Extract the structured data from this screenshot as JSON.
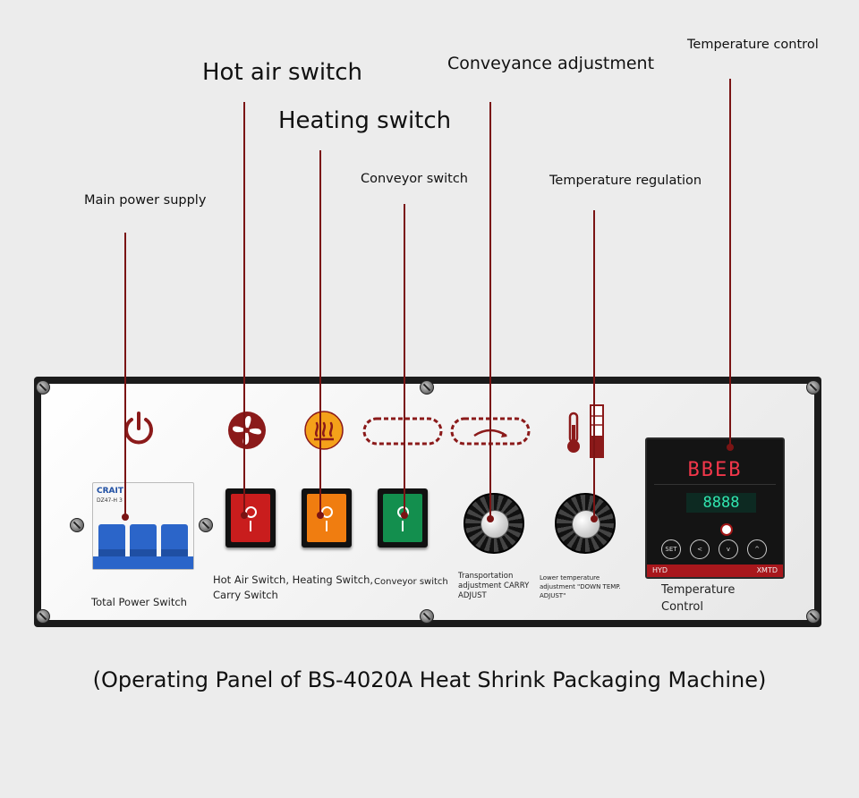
{
  "callouts": {
    "main_power_supply": "Main power supply",
    "hot_air_switch": "Hot air switch",
    "heating_switch": "Heating switch",
    "conveyor_switch": "Conveyor switch",
    "conveyance_adjustment": "Conveyance adjustment",
    "temperature_regulation": "Temperature regulation",
    "temperature_control": "Temperature control"
  },
  "panel_labels": {
    "total_power_switch": "Total Power Switch",
    "switches_group": "Hot Air Switch, Heating Switch,\nCarry Switch",
    "conveyor_switch": "Conveyor switch",
    "transport_adjust": "Transportation\nadjustment CARRY\nADJUST",
    "lower_temp_adjust": "Lower temperature\nadjustment \"DOWN TEMP.\nADJUST\"",
    "temperature_control": "Temperature\nControl"
  },
  "breaker": {
    "brand": "CRAIT",
    "model": "DZ47-H 3"
  },
  "controller": {
    "display_top": "BBEB",
    "display_bottom": "8888",
    "buttons": [
      "SET",
      "<",
      "v",
      "^"
    ],
    "brand_left": "HYD",
    "brand_right": "XMTD"
  },
  "caption": "(Operating Panel of BS-4020A Heat Shrink Packaging Machine)",
  "colors": {
    "leader": "#7a1414",
    "hot_air_switch": "#c91d1d",
    "heating_switch": "#f07d10",
    "conveyor_switch": "#138f4e",
    "display_red": "#f2374a",
    "display_green": "#31e6b0"
  }
}
